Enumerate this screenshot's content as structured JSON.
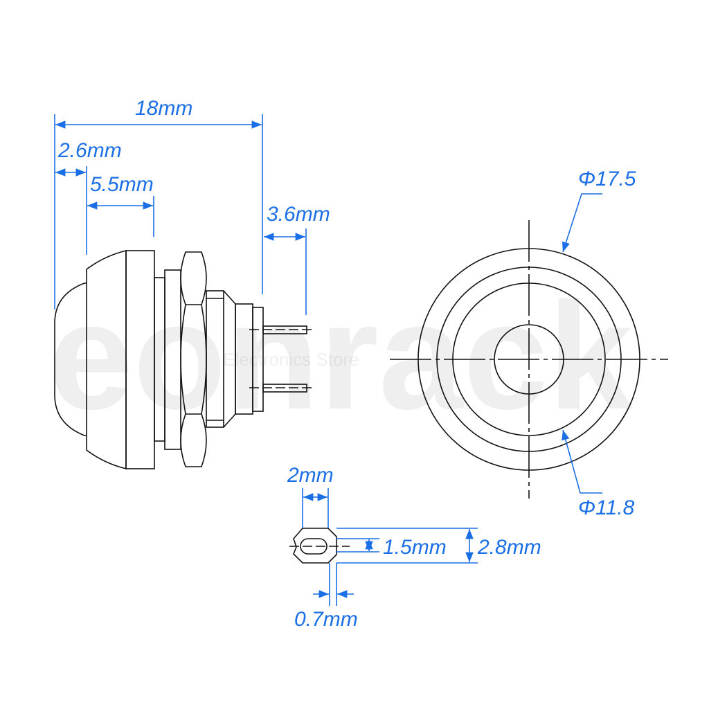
{
  "colors": {
    "dimension": "#1a6ee6",
    "outline": "#111111"
  },
  "watermark": {
    "logo": "eonrack",
    "tagline": "Electronics Store"
  },
  "side_view": {
    "dims": {
      "overall_length": "18mm",
      "cap_depth": "2.6mm",
      "cap_width": "5.5mm",
      "pin_length": "3.6mm"
    }
  },
  "front_view": {
    "outer_diameter": "Φ17.5",
    "inner_diameter": "Φ11.8"
  },
  "terminal_detail": {
    "width": "2mm",
    "hole": "1.5mm",
    "height": "2.8mm",
    "thickness": "0.7mm"
  }
}
